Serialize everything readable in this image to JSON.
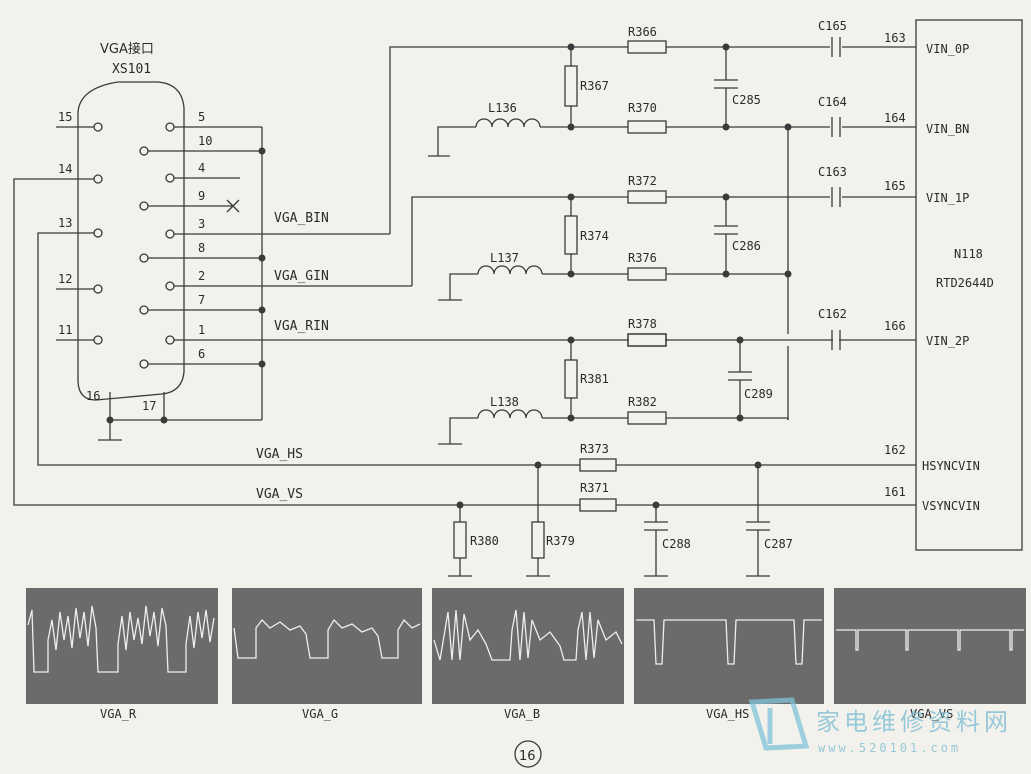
{
  "connector": {
    "title": "VGA接口",
    "ref": "XS101",
    "pins_left": [
      "15",
      "14",
      "13",
      "12",
      "11"
    ],
    "pins_right": [
      "5",
      "10",
      "4",
      "9",
      "3",
      "8",
      "2",
      "7",
      "1",
      "6"
    ],
    "pin_16": "16",
    "pin_17": "17"
  },
  "nets": {
    "bin": "VGA_BIN",
    "gin": "VGA_GIN",
    "rin": "VGA_RIN",
    "hs": "VGA_HS",
    "vs": "VGA_VS"
  },
  "components": {
    "r366": "R366",
    "r367": "R367",
    "r370": "R370",
    "r372": "R372",
    "r374": "R374",
    "r376": "R376",
    "r378": "R378",
    "r381": "R381",
    "r382": "R382",
    "r373": "R373",
    "r371": "R371",
    "r380": "R380",
    "r379": "R379",
    "c165": "C165",
    "c164": "C164",
    "c163": "C163",
    "c162": "C162",
    "c285": "C285",
    "c286": "C286",
    "c289": "C289",
    "c288": "C288",
    "c287": "C287",
    "l136": "L136",
    "l137": "L137",
    "l138": "L138"
  },
  "ic": {
    "ref": "N118",
    "part": "RTD2644D",
    "pins": [
      {
        "num": "163",
        "name": "VIN_0P"
      },
      {
        "num": "164",
        "name": "VIN_BN"
      },
      {
        "num": "165",
        "name": "VIN_1P"
      },
      {
        "num": "166",
        "name": "VIN_2P"
      },
      {
        "num": "162",
        "name": "HSYNCVIN"
      },
      {
        "num": "161",
        "name": "VSYNCVIN"
      }
    ]
  },
  "waveforms": [
    "VGA_R",
    "VGA_G",
    "VGA_B",
    "VGA_HS",
    "VGA_VS"
  ],
  "page_number": "16",
  "watermark": {
    "text": "家电维修资料网",
    "url": "www.520101.com"
  }
}
